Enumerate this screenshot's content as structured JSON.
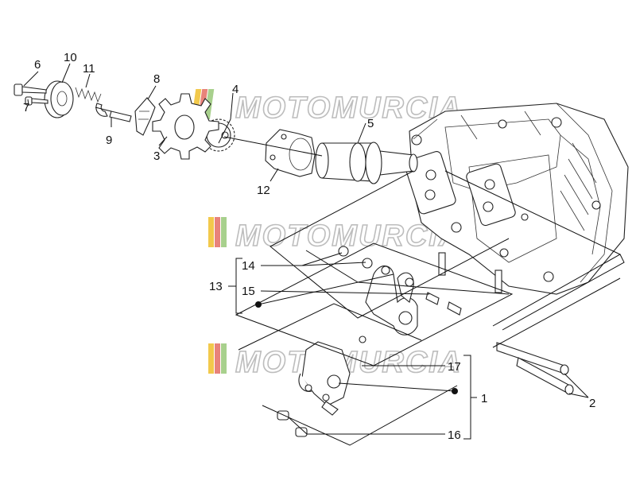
{
  "watermark": {
    "text": "MOTOMURCIA",
    "colors": [
      "#f2c94c",
      "#e8837a",
      "#a8d08d"
    ]
  },
  "callouts": {
    "c1": "1",
    "c2": "2",
    "c3": "3",
    "c4": "4",
    "c5": "5",
    "c6": "6",
    "c7": "7",
    "c8": "8",
    "c9": "9",
    "c10": "10",
    "c11": "11",
    "c12": "12",
    "c13": "13",
    "c14": "14",
    "c15": "15",
    "c16": "16",
    "c17": "17"
  }
}
